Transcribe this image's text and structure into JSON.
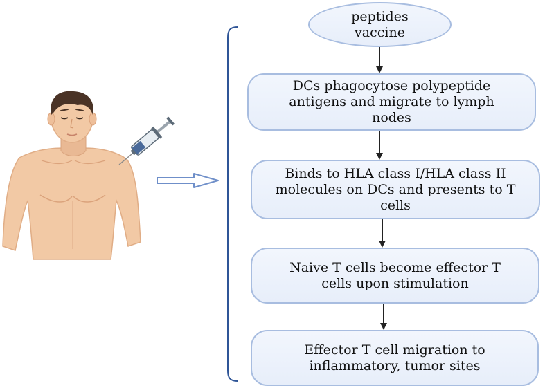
{
  "colors": {
    "box_fill": "#eaf0fb",
    "box_border": "#a8bde0",
    "bracket": "#2f5597",
    "arrow": "#222222",
    "skin": "#f2c9a5",
    "hair": "#4a3326"
  },
  "icons": {
    "figure": "person-receiving-injection-icon",
    "syringe": "syringe-icon",
    "hollow_arrow": "hollow-right-arrow-icon",
    "bracket": "left-curly-bracket-icon"
  },
  "flow": {
    "start": {
      "line1": "peptides",
      "line2": "vaccine"
    },
    "steps": [
      {
        "lines": [
          "DCs phagocytose polypeptide",
          "antigens and migrate to lymph",
          "nodes"
        ]
      },
      {
        "lines": [
          "Binds to HLA class I/HLA class II",
          "molecules on DCs and presents to T",
          "cells"
        ]
      },
      {
        "lines": [
          "Naive T cells become effector T",
          "cells upon stimulation"
        ]
      },
      {
        "lines": [
          "Effector T cell migration to",
          "inflammatory, tumor sites"
        ]
      }
    ]
  }
}
